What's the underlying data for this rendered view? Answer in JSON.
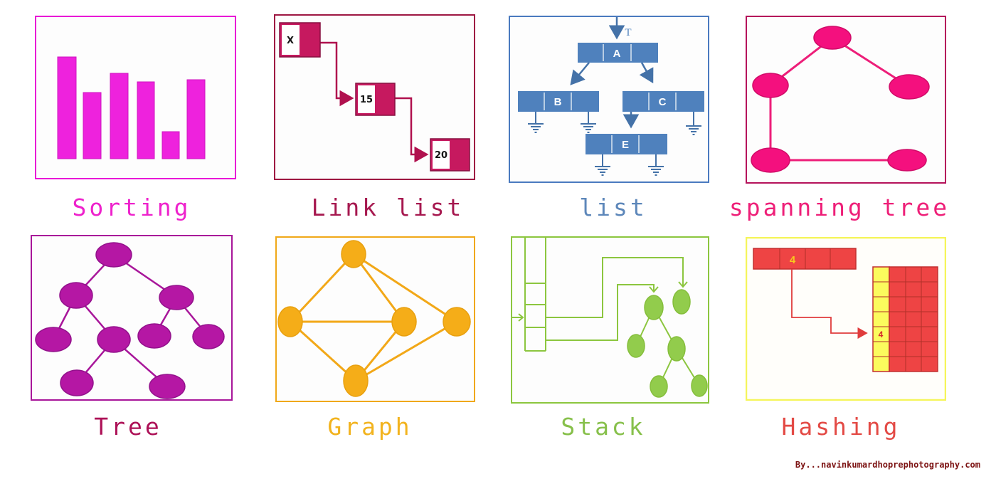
{
  "credit": "By...navinkumardhoprephotography.com",
  "panels": {
    "sorting": {
      "label": "Sorting",
      "label_color": "#ee22cc",
      "bar_color": "#ee22dd",
      "border_color": "#e816d6",
      "bar_heights": [
        143,
        93,
        120,
        108,
        38,
        111
      ]
    },
    "link_list": {
      "label": "Link list",
      "label_color": "#a6184f",
      "node_color": "#c6195f",
      "border_color": "#9e1742",
      "nodes": [
        "X",
        "15",
        "20"
      ]
    },
    "list": {
      "label": "list",
      "label_color": "#5d87ba",
      "node_color": "#4f81bd",
      "border_color": "#4a7abf",
      "head_pointer": "T",
      "nodes": [
        "A",
        "B",
        "C",
        "E"
      ]
    },
    "spanning_tree": {
      "label": "spanning tree",
      "label_color": "#ee1f78",
      "node_color": "#f4107e",
      "border_color": "#b5135b",
      "node_count": 5
    },
    "tree": {
      "label": "Tree",
      "label_color": "#ad1157",
      "node_color": "#b517a4",
      "border_color": "#a8169a",
      "node_count": 9
    },
    "graph": {
      "label": "Graph",
      "label_color": "#f2b31e",
      "node_color": "#f5ad18",
      "border_color": "#f0a818",
      "node_count": 5
    },
    "stack": {
      "label": "Stack",
      "label_color": "#87c04b",
      "line_color": "#8cc63f",
      "border_color": "#8cc63f",
      "node_count": 6
    },
    "hashing": {
      "label": "Hashing",
      "label_color": "#e34a45",
      "cell_color": "#ee4444",
      "bucket_color": "#fbfb5d",
      "border_color": "#f5f55a",
      "key_value": "4",
      "bucket_value": "4"
    }
  }
}
